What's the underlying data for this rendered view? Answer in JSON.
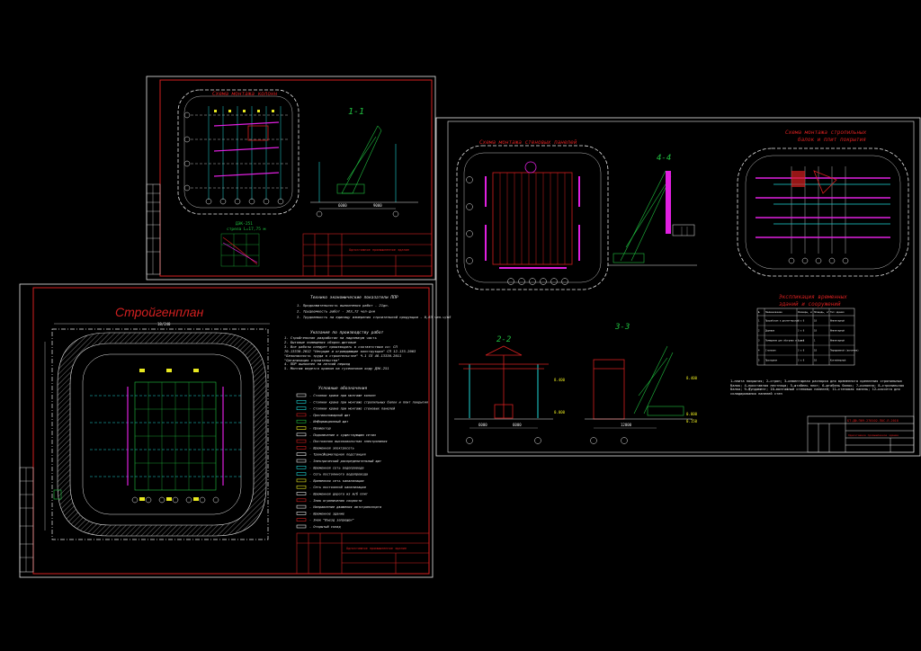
{
  "colors": {
    "background": "#000000",
    "frame": "#e8e8e8",
    "inner_frame": "#d42020",
    "cyan": "#1ed6d6",
    "magenta": "#e020e0",
    "yellow": "#e8e820",
    "green": "#20c040",
    "white": "#e8e8e8",
    "red": "#d42020"
  },
  "sheet1": {
    "title": "Схема монтажа колонн",
    "section_label": "1-1",
    "crane_caption_1": "ДЭК-251",
    "crane_caption_2": "стрела L=17,75 м",
    "dim_1": "6000",
    "dim_2": "9000",
    "stamp_title": "Одноэтажное промышленное здание"
  },
  "sheet2": {
    "title_left": "Схема монтажа стеновых панелей",
    "title_right_1": "Схема монтажа стропильных",
    "title_right_2": "балок и плит покрытия",
    "section_44": "4-4",
    "section_22": "2-2",
    "section_33": "3-3",
    "explication_title_1": "Экспликация временных",
    "explication_title_2": "зданий и сооружений",
    "explication_headers": [
      "№",
      "Наименование",
      "Размеры, м",
      "Площадь, м²",
      "Тип здания"
    ],
    "explication_rows": [
      [
        "1",
        "Прорабская и диспетчерская",
        "3 x 6",
        "18",
        "Инвентарный"
      ],
      [
        "2",
        "Душевые",
        "3 x 6",
        "18",
        "Инвентарный"
      ],
      [
        "3",
        "Помещение для обогрева и сушки",
        "1 x 1",
        "1",
        "Инвентарный"
      ],
      [
        "4",
        "Столовая",
        "3 x 6",
        "18",
        "Передвижной (вагончик)"
      ],
      [
        "5",
        "Проходная",
        "3 x 6",
        "18",
        "Контейнерный"
      ]
    ],
    "legend_note": "1—плита покрытия; 2—строп; 3—инвентарная распорка для временного крепления стропильных балок; 4—приставная лестница; 5—штабель плит; 6—штабель балок; 7—колонна; 8—стропильная балка; 9—фундамент; 10—монтажный стеновых панелей; 11—стеновая панель; 12—кассета для складирования панелей стен",
    "dim_6000": "6000",
    "dim_12000": "12000",
    "level_0": "0.000",
    "level_1": "8.400",
    "level_2": "0.150",
    "stamp_code": "БТ-ДЮ-П09-270102-ПОС-Л-2018",
    "stamp_title": "Одноэтажное промышленное здание"
  },
  "sheet3": {
    "title": "Стройгенплан",
    "teps_title": "Технико экономические показатели ППР",
    "teps_items": [
      "1. Продолжительность выполнения работ - 21дн.",
      "2. Трудоемкость работ - 363,72 чел-дни",
      "3. Трудоемкость на единицу измерения строительной продукции - 0,63 чел-ч/м3"
    ],
    "notes_title": "Указания по производству работ",
    "notes_items": [
      "1. Стройгенплан разработан на надземную часть",
      "2. Бытовые помещения сборно-щитовые",
      "3. Все работы следует производить в соответствии со: СП 70.13330.2012 \"Несущие и ограждающие конструкции\" СП 12-135-2003 \"Безопасность труда в строительстве\" Ч-1 СП 48.13330.2011 \"Организация строительства\"",
      "4. ППР выполнен на летний период",
      "5. Монтаж ведется краном на гусеничном ходу ДЭК-251"
    ],
    "legend_title": "Условные обозначения",
    "legend_items": [
      "- Стоянки крана при монтаже колонн",
      "- Стоянки крана при монтаже стропильных балок и плит покрытия",
      "- Стоянки крана при монтаже стеновых панелей",
      "- Противопожарный щит",
      "- Информационный щит",
      "- Прожектор",
      "- Подключение к существующим сетям",
      "- Постоянная высоковольтная электролиния",
      "- Временная электросеть",
      "- Трансформаторная подстанция",
      "- Электрический распределительный щит",
      "- Временная сеть водопровода",
      "- Сеть постоянного водопровода",
      "- Временная сеть канализации",
      "- Сеть постоянной канализации",
      "- Временная дорога из ж/б плит",
      "- Знак ограничения скорости",
      "- Направление движения автотранспорта",
      "- Временное здание",
      "- Знак \"Въезд запрещен\"",
      "- Открытый склад"
    ],
    "dim_top": "18/240",
    "stamp_title": "Одноэтажное промышленное здание"
  }
}
